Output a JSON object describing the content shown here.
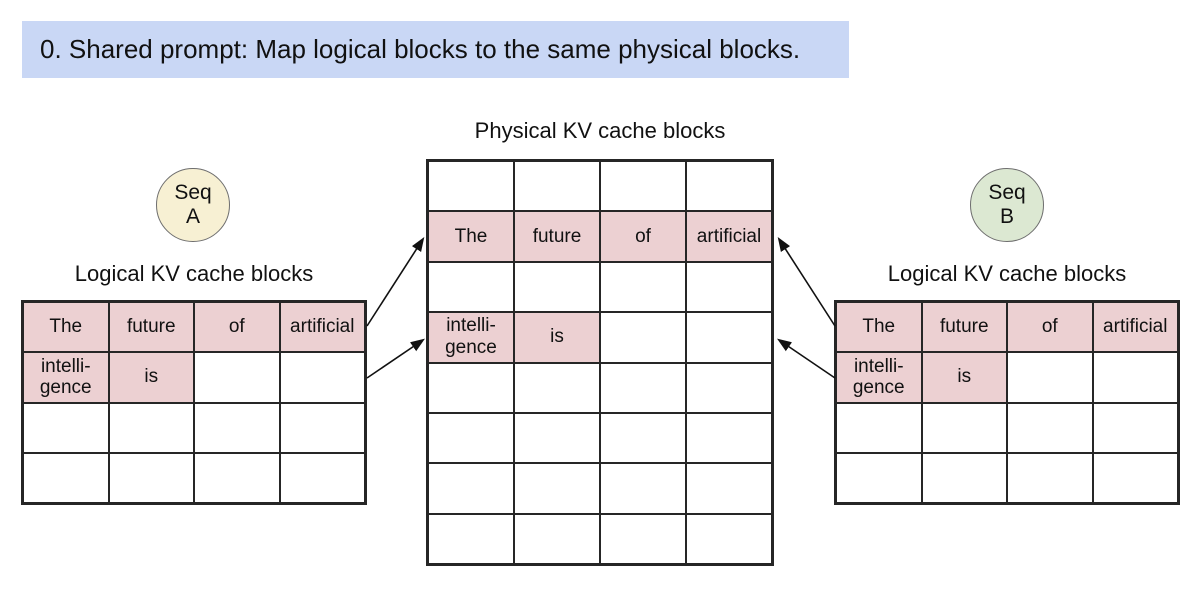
{
  "banner": {
    "text": "0. Shared prompt: Map logical blocks to the same physical blocks."
  },
  "sequences": {
    "a": {
      "line1": "Seq",
      "line2": "A"
    },
    "b": {
      "line1": "Seq",
      "line2": "B"
    }
  },
  "section_labels": {
    "physical": "Physical KV cache blocks",
    "logical_a": "Logical KV cache blocks",
    "logical_b": "Logical KV cache blocks"
  },
  "colors": {
    "banner_bg": "#c9d7f5",
    "highlight_cell": "#ecd0d2",
    "seq_a_bg": "#f7f0d3",
    "seq_b_bg": "#dce8d2",
    "table_border": "#262626"
  },
  "tables": {
    "logical_a": {
      "cols": 4,
      "rows": [
        [
          {
            "text": "The",
            "hl": true
          },
          {
            "text": "future",
            "hl": true
          },
          {
            "text": "of",
            "hl": true
          },
          {
            "text": "artificial",
            "hl": true
          }
        ],
        [
          {
            "text": "intelli-\ngence",
            "hl": true
          },
          {
            "text": "is",
            "hl": true
          },
          {
            "text": "",
            "hl": false
          },
          {
            "text": "",
            "hl": false
          }
        ],
        [
          {
            "text": "",
            "hl": false
          },
          {
            "text": "",
            "hl": false
          },
          {
            "text": "",
            "hl": false
          },
          {
            "text": "",
            "hl": false
          }
        ],
        [
          {
            "text": "",
            "hl": false
          },
          {
            "text": "",
            "hl": false
          },
          {
            "text": "",
            "hl": false
          },
          {
            "text": "",
            "hl": false
          }
        ]
      ]
    },
    "physical": {
      "cols": 4,
      "rows": [
        [
          {
            "text": "",
            "hl": false
          },
          {
            "text": "",
            "hl": false
          },
          {
            "text": "",
            "hl": false
          },
          {
            "text": "",
            "hl": false
          }
        ],
        [
          {
            "text": "The",
            "hl": true
          },
          {
            "text": "future",
            "hl": true
          },
          {
            "text": "of",
            "hl": true
          },
          {
            "text": "artificial",
            "hl": true
          }
        ],
        [
          {
            "text": "",
            "hl": false
          },
          {
            "text": "",
            "hl": false
          },
          {
            "text": "",
            "hl": false
          },
          {
            "text": "",
            "hl": false
          }
        ],
        [
          {
            "text": "intelli-\ngence",
            "hl": true
          },
          {
            "text": "is",
            "hl": true
          },
          {
            "text": "",
            "hl": false
          },
          {
            "text": "",
            "hl": false
          }
        ],
        [
          {
            "text": "",
            "hl": false
          },
          {
            "text": "",
            "hl": false
          },
          {
            "text": "",
            "hl": false
          },
          {
            "text": "",
            "hl": false
          }
        ],
        [
          {
            "text": "",
            "hl": false
          },
          {
            "text": "",
            "hl": false
          },
          {
            "text": "",
            "hl": false
          },
          {
            "text": "",
            "hl": false
          }
        ],
        [
          {
            "text": "",
            "hl": false
          },
          {
            "text": "",
            "hl": false
          },
          {
            "text": "",
            "hl": false
          },
          {
            "text": "",
            "hl": false
          }
        ],
        [
          {
            "text": "",
            "hl": false
          },
          {
            "text": "",
            "hl": false
          },
          {
            "text": "",
            "hl": false
          },
          {
            "text": "",
            "hl": false
          }
        ]
      ]
    },
    "logical_b": {
      "cols": 4,
      "rows": [
        [
          {
            "text": "The",
            "hl": true
          },
          {
            "text": "future",
            "hl": true
          },
          {
            "text": "of",
            "hl": true
          },
          {
            "text": "artificial",
            "hl": true
          }
        ],
        [
          {
            "text": "intelli-\ngence",
            "hl": true
          },
          {
            "text": "is",
            "hl": true
          },
          {
            "text": "",
            "hl": false
          },
          {
            "text": "",
            "hl": false
          }
        ],
        [
          {
            "text": "",
            "hl": false
          },
          {
            "text": "",
            "hl": false
          },
          {
            "text": "",
            "hl": false
          },
          {
            "text": "",
            "hl": false
          }
        ],
        [
          {
            "text": "",
            "hl": false
          },
          {
            "text": "",
            "hl": false
          },
          {
            "text": "",
            "hl": false
          },
          {
            "text": "",
            "hl": false
          }
        ]
      ]
    }
  }
}
